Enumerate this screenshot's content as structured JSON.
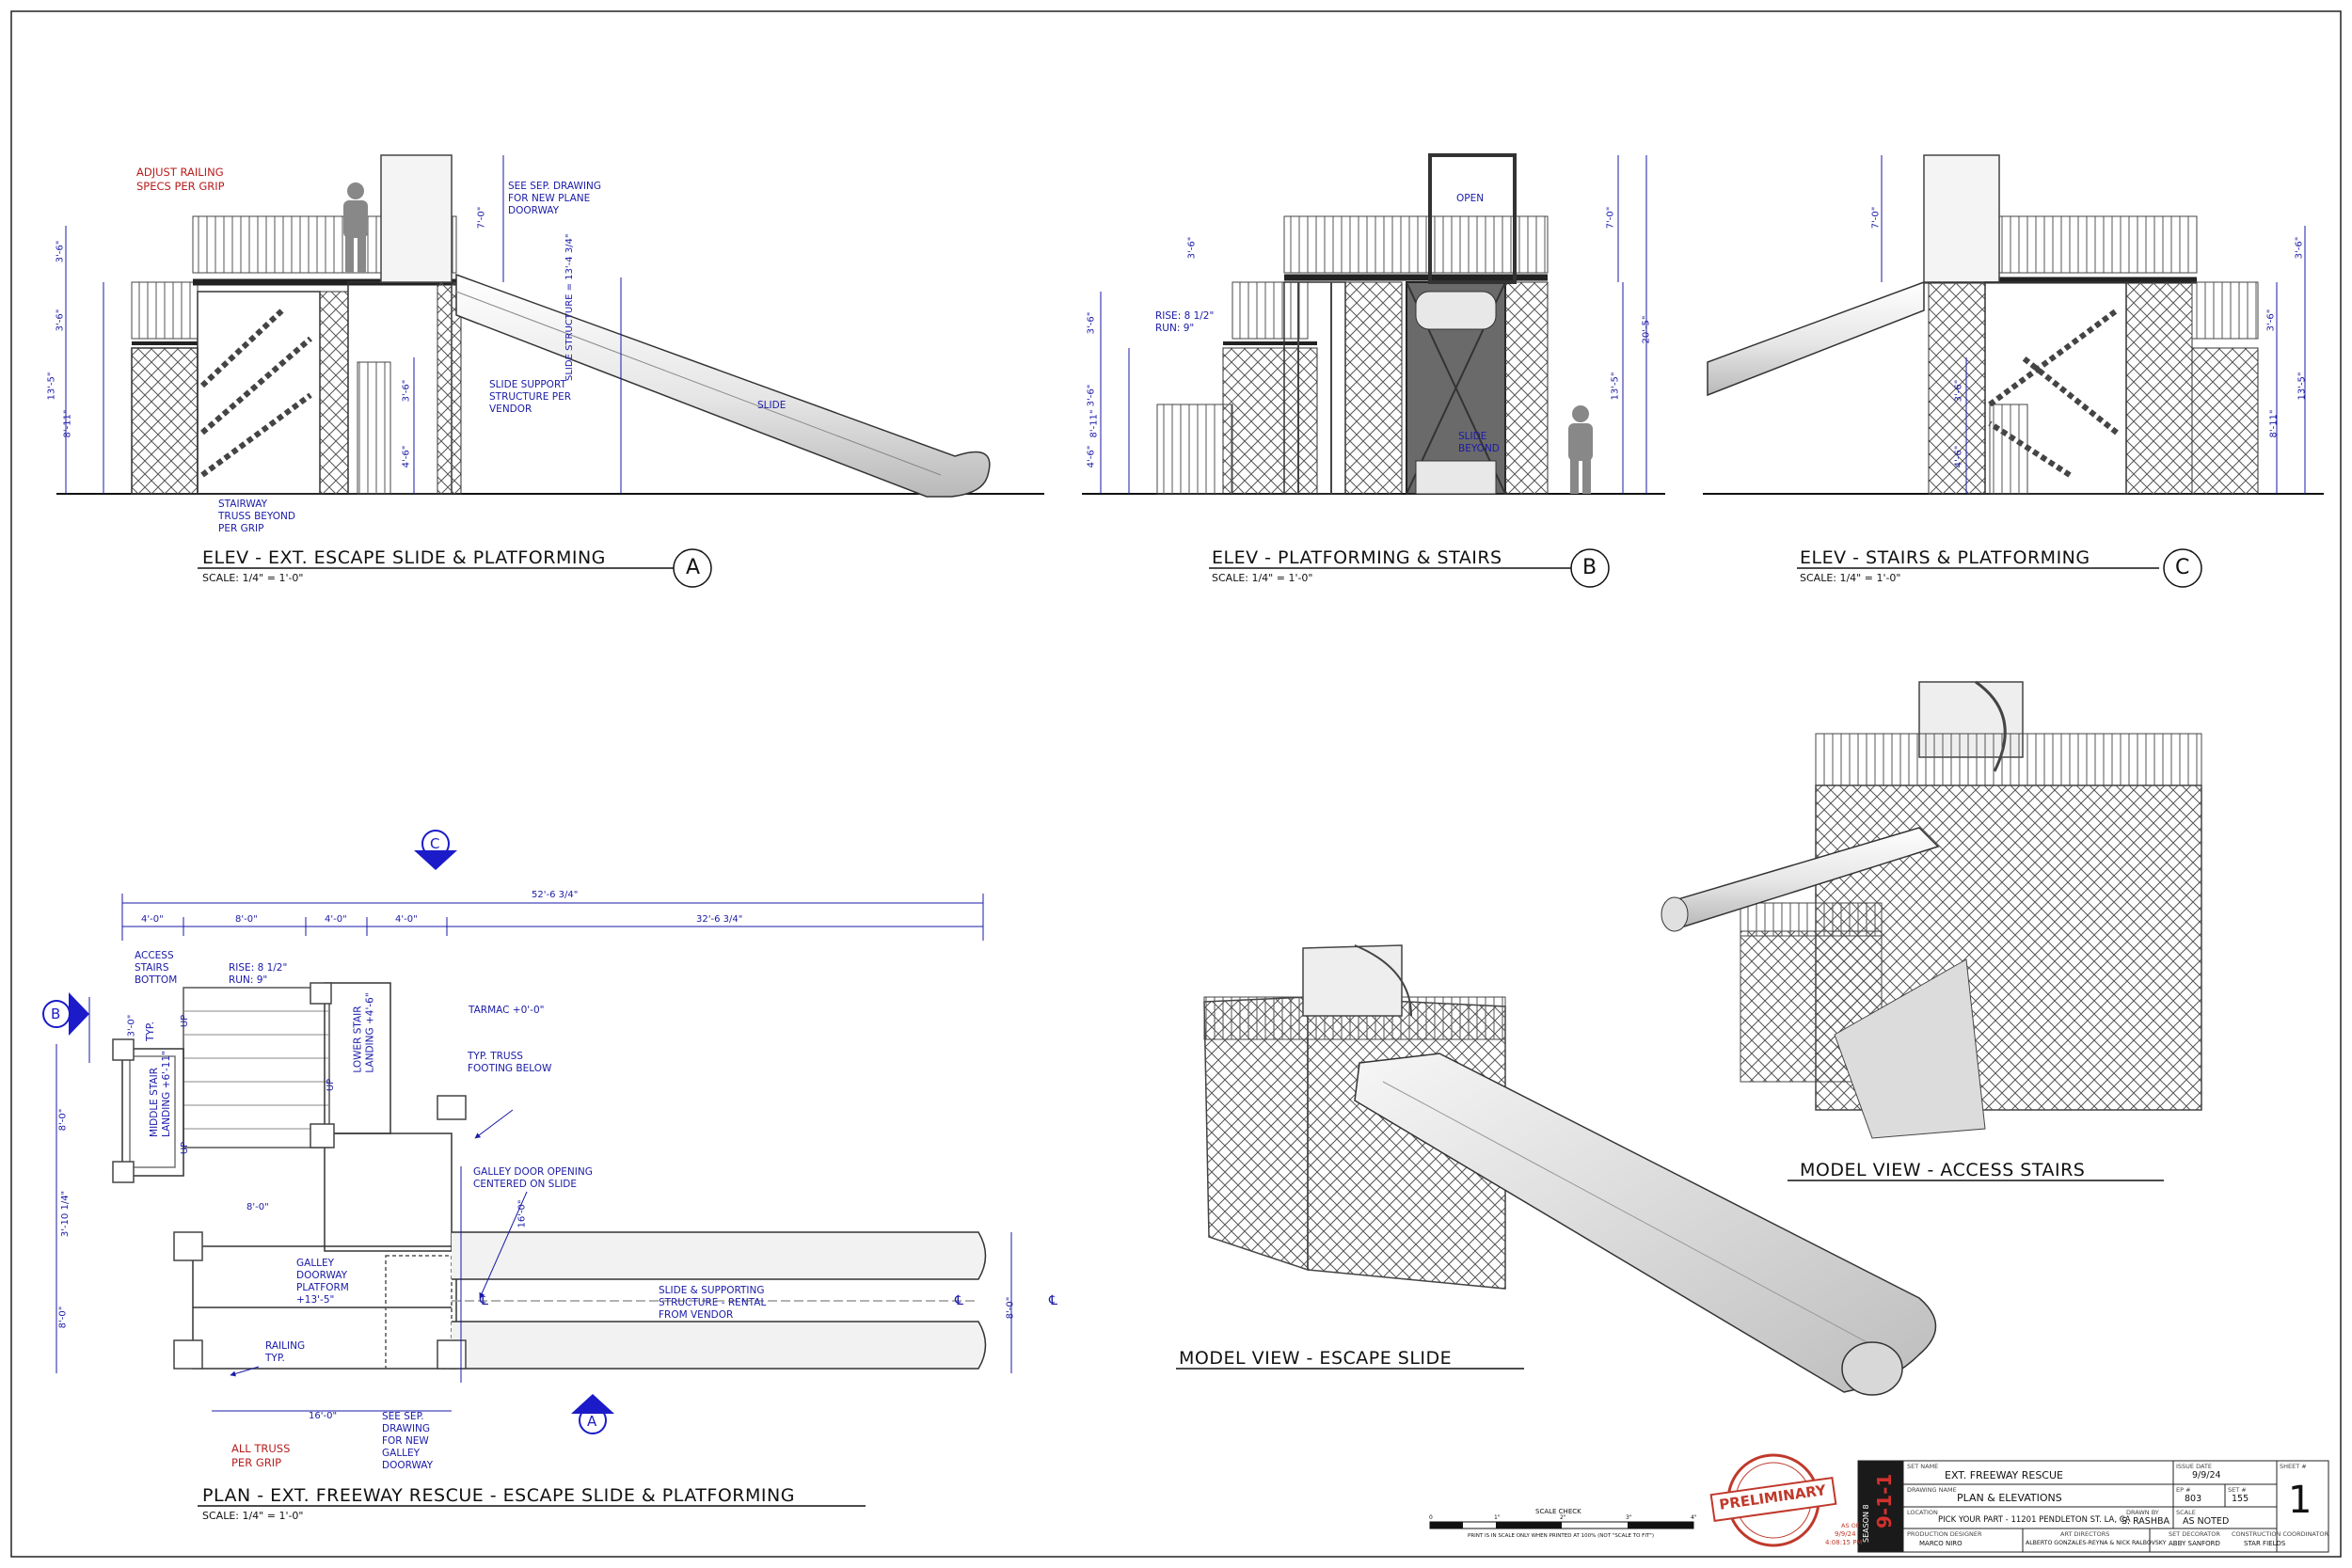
{
  "views": {
    "a": {
      "title": "ELEV - EXT. ESCAPE SLIDE & PLATFORMING",
      "scale": "SCALE: 1/4\" = 1'-0\"",
      "marker": "A"
    },
    "b": {
      "title": "ELEV - PLATFORMING & STAIRS",
      "scale": "SCALE: 1/4\" = 1'-0\"",
      "marker": "B"
    },
    "c": {
      "title": "ELEV - STAIRS & PLATFORMING",
      "scale": "SCALE: 1/4\" = 1'-0\"",
      "marker": "C"
    },
    "plan": {
      "title": "PLAN - EXT. FREEWAY RESCUE - ESCAPE SLIDE & PLATFORMING",
      "scale": "SCALE: 1/4\" = 1'-0\""
    },
    "model_slide": {
      "title": "MODEL VIEW - ESCAPE SLIDE"
    },
    "model_stairs": {
      "title": "MODEL VIEW - ACCESS STAIRS"
    }
  },
  "notes_a": {
    "adjust": "ADJUST RAILING\nSPECS PER GRIP",
    "see_sep": "SEE SEP. DRAWING\nFOR NEW PLANE\nDOORWAY",
    "slide_support": "SLIDE SUPPORT\nSTRUCTURE PER\nVENDOR",
    "slide": "SLIDE",
    "stairway": "STAIRWAY\nTRUSS BEYOND\nPER GRIP",
    "slide_structure": "SLIDE STRUCTURE = 13'-4 3/4\""
  },
  "notes_b": {
    "open": "OPEN",
    "rise_run": "RISE: 8 1/2\"\nRUN: 9\"",
    "slide_beyond": "SLIDE\nBEYOND"
  },
  "dims": {
    "a": [
      "3'-6\"",
      "3'-6\"",
      "13'-5\"",
      "8'-11\"",
      "7'-0\"",
      "3'-6\"",
      "4'-6\""
    ],
    "b": [
      "3'-6\"",
      "7'-0\"",
      "20'-5\"",
      "13'-5\"",
      "3'-6\"",
      "3'-6\"",
      "8'-11\"",
      "4'-6\""
    ],
    "c": [
      "7'-0\"",
      "3'-6\"",
      "3'-6\"",
      "13'-5\"",
      "8'-11\"",
      "3'-6\"",
      "4'-6\""
    ]
  },
  "plan": {
    "overall": "52'-6 3/4\"",
    "top_dims": [
      "4'-0\"",
      "8'-0\"",
      "4'-0\"",
      "4'-0\"",
      "32'-6 3/4\""
    ],
    "left_dims": [
      "3'-0\"",
      "8'-0\"",
      "3'-10 1/4\"",
      "8'-0\""
    ],
    "inner_dims": [
      "8'-0\"",
      "16'-0\"",
      "16'-0\"",
      "8'-0\""
    ],
    "typ": "TYP.",
    "access": "ACCESS\nSTAIRS\nBOTTOM",
    "rise_run": "RISE: 8 1/2\"\nRUN: 9\"",
    "middle_landing": "MIDDLE STAIR\nLANDING +6'-11\"",
    "lower_landing": "LOWER STAIR\nLANDING +4'-6\"",
    "tarmac": "TARMAC +0'-0\"",
    "truss": "TYP. TRUSS\nFOOTING BELOW",
    "galley_opening": "GALLEY DOOR OPENING\nCENTERED ON SLIDE",
    "galley_platform": "GALLEY\nDOORWAY\nPLATFORM\n+13'-5\"",
    "railing": "RAILING\nTYP.",
    "slide_vendor": "SLIDE & SUPPORTING\nSTRUCTURE - RENTAL\nFROM VENDOR",
    "see_sep": "SEE SEP.\nDRAWING\nFOR NEW\nGALLEY\nDOORWAY",
    "all_truss": "ALL TRUSS\nPER GRIP",
    "up": "UP",
    "centerline": "℄",
    "marker_a": "A",
    "marker_b": "B",
    "marker_c": "C"
  },
  "scale_check": {
    "label": "SCALE CHECK",
    "ticks": [
      "0",
      "1\"",
      "2\"",
      "3\"",
      "4\""
    ],
    "note": "PRINT IS IN SCALE ONLY WHEN PRINTED AT 100% (NOT \"SCALE TO FIT\")"
  },
  "stamp": {
    "word": "PRELIMINARY",
    "as_of": "AS OF",
    "date": "9/9/24",
    "time": "4:08:15 PM"
  },
  "title_block": {
    "season": "SEASON 8",
    "show": "9-1-1",
    "set_name_label": "SET NAME",
    "set_name": "EXT. FREEWAY RESCUE",
    "drawing_name_label": "DRAWING NAME",
    "drawing_name": "PLAN & ELEVATIONS",
    "location_label": "LOCATION",
    "location": "PICK YOUR PART - 11201 PENDLETON ST. LA, CA",
    "issue_date_label": "ISSUE DATE",
    "issue_date": "9/9/24",
    "ep_label": "EP #",
    "ep": "803",
    "set_label": "SET #",
    "set": "155",
    "drawn_by_label": "DRAWN BY",
    "drawn_by": "S. RASHBA",
    "scale_label": "SCALE",
    "scale": "AS NOTED",
    "sheet_label": "SHEET #",
    "sheet": "1",
    "pd_label": "PRODUCTION DESIGNER",
    "pd": "MARCO NIRO",
    "ad_label": "ART DIRECTORS",
    "ad": "ALBERTO GONZALES-REYNA & NICK RALBOVSKY",
    "sd_label": "SET DECORATOR",
    "sd": "ABBY SANFORD",
    "cc_label": "CONSTRUCTION COORDINATOR",
    "cc": "STAR FIELDS"
  },
  "colors": {
    "note_blue": "#1a1aa8",
    "red": "#b81d1d",
    "marker_blue": "#1b1bc9"
  }
}
